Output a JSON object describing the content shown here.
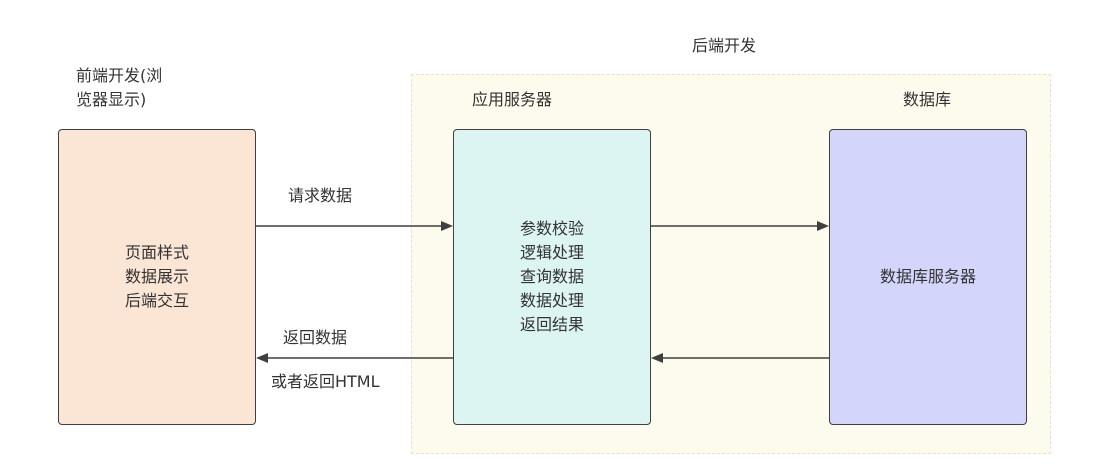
{
  "frontend": {
    "title_lines": [
      "前端开发(浏",
      "览器显示)"
    ],
    "box_lines": [
      "页面样式",
      "数据展示",
      "后端交互"
    ]
  },
  "backend": {
    "group_title": "后端开发",
    "app_server": {
      "title": "应用服务器",
      "box_lines": [
        "参数校验",
        "逻辑处理",
        "查询数据",
        "数据处理",
        "返回结果"
      ]
    },
    "database": {
      "title": "数据库",
      "box_label": "数据库服务器"
    }
  },
  "edges": {
    "request_label": "请求数据",
    "response_label_lines": [
      "返回数据",
      "或者返回HTML"
    ]
  },
  "colors": {
    "frontend_fill": "#fbe5d5",
    "app_fill": "#dcf4f2",
    "db_fill": "#d3d6fa",
    "backend_group_fill": "#fdfaee",
    "stroke": "#3f3f3f"
  }
}
